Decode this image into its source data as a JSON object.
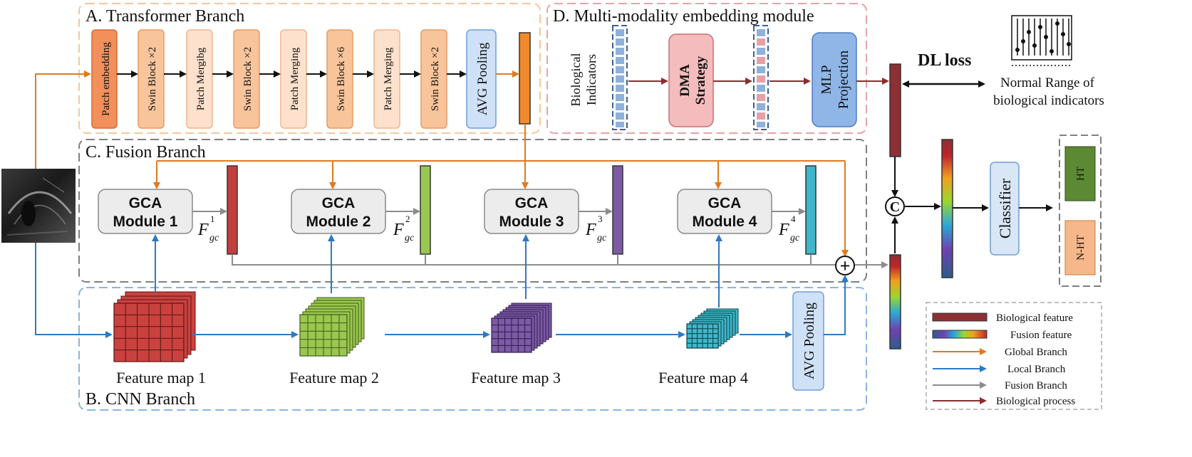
{
  "sections": {
    "transformer_title": "A.  Transformer Branch",
    "multimodal_title": "D.  Multi-modality embedding module",
    "fusion_title": "C.  Fusion Branch",
    "cnn_title": "B.  CNN Branch"
  },
  "transformer_blocks": [
    "Patch embedding",
    "Swin Block ×2",
    "Patch Mergibg",
    "Swin Block ×2",
    "Patch Merging",
    "Swin Block ×6",
    "Patch Merging",
    "Swin Block ×2",
    "AVG Pooling"
  ],
  "multimodal": {
    "bio_line1": "Biological",
    "bio_line2": "Indicators",
    "dma_line1": "DMA",
    "dma_line2": "Strategy",
    "mlp_line1": "MLP",
    "mlp_line2": "Projection"
  },
  "dl_loss": "DL loss",
  "normal_range_line1": "Normal Range of",
  "normal_range_line2": "biological indicators",
  "gca_modules": [
    {
      "line1": "GCA",
      "line2": "Module 1",
      "fgc_sup": "1"
    },
    {
      "line1": "GCA",
      "line2": "Module 2",
      "fgc_sup": "2"
    },
    {
      "line1": "GCA",
      "line2": "Module 3",
      "fgc_sup": "3"
    },
    {
      "line1": "GCA",
      "line2": "Module 4",
      "fgc_sup": "4"
    }
  ],
  "fgc_base": "F",
  "fgc_sub": "gc",
  "feature_maps": [
    "Feature map 1",
    "Feature map 2",
    "Feature map 3",
    "Feature map 4"
  ],
  "cnn_avg_pooling": "AVG Pooling",
  "plus_symbol": "+",
  "concat_symbol": "C",
  "classifier": "Classifier",
  "outputs": [
    "HT",
    "N-HT"
  ],
  "legend": [
    "Biological feature",
    "Fusion feature",
    "Global Branch",
    "Local Branch",
    "Fusion Branch",
    "Biological process"
  ],
  "colors": {
    "orange_arrow": "#e07a1f",
    "blue_arrow": "#2a7bc4",
    "gray_arrow": "#8c8c8c",
    "red_arrow": "#8b2e2e",
    "bio_feature": "#8e2f35",
    "transformer_border": "#f5c79b",
    "multimodal_border": "#e8a4a4",
    "fusion_border": "#7f7f7f",
    "cnn_border": "#8db3e2",
    "ht_green": "#5c8a34",
    "nht_orange": "#f6b88a"
  }
}
